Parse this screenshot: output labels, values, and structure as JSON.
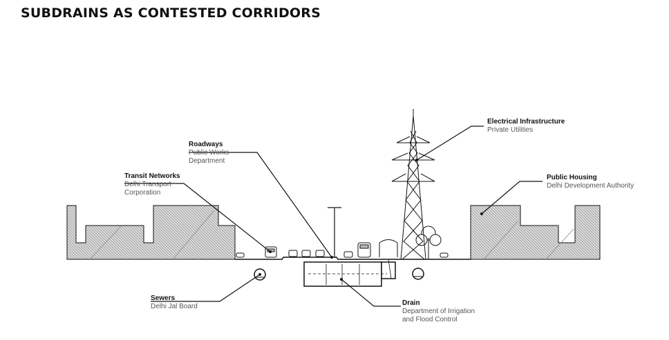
{
  "title": "SUBDRAINS AS CONTESTED CORRIDORS",
  "labels": {
    "electrical": {
      "title": "Electrical Infrastructure",
      "sub": [
        "Private Utilities"
      ]
    },
    "roadways": {
      "title": "Roadways",
      "sub": [
        "Public Works",
        "Department"
      ]
    },
    "transit": {
      "title": "Transit Networks",
      "sub": [
        "Delhi Transport",
        "Corporation"
      ]
    },
    "housing": {
      "title": "Public Housing",
      "sub": [
        "Delhi Development Authority"
      ]
    },
    "sewers": {
      "title": "Sewers",
      "sub": [
        "Delhi Jal Board"
      ]
    },
    "drain": {
      "title": "Drain",
      "sub": [
        "Department of Irrigation",
        "and Flood Control"
      ]
    }
  }
}
